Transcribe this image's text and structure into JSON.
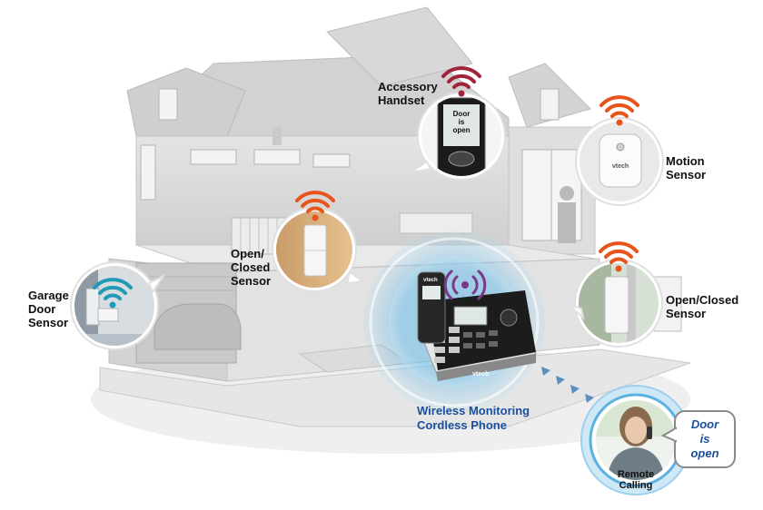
{
  "labels": {
    "accessory_handset": [
      "Accessory",
      "Handset"
    ],
    "motion_sensor": [
      "Motion",
      "Sensor"
    ],
    "open_closed_sensor_left": [
      "Open/",
      "Closed",
      "Sensor"
    ],
    "garage_door_sensor": [
      "Garage",
      "Door",
      "Sensor"
    ],
    "open_closed_sensor_right": [
      "Open/Closed",
      "Sensor"
    ],
    "wireless_phone": [
      "Wireless Monitoring",
      "Cordless Phone"
    ],
    "remote_calling": [
      "Remote",
      "Calling"
    ]
  },
  "speech_bubble": [
    "Door",
    "is",
    "open"
  ],
  "handset_screen": [
    "Door",
    "is",
    "open"
  ],
  "brand": "vtech",
  "colors": {
    "signal_orange": "#e8541c",
    "signal_teal": "#1f9bb5",
    "signal_purple": "#7a3a8c",
    "callout_text_blue": "#1a4f9c",
    "house_grey": "#d9d9d9"
  },
  "icons": [
    "wifi-signal-icon",
    "radio-wave-icon"
  ]
}
